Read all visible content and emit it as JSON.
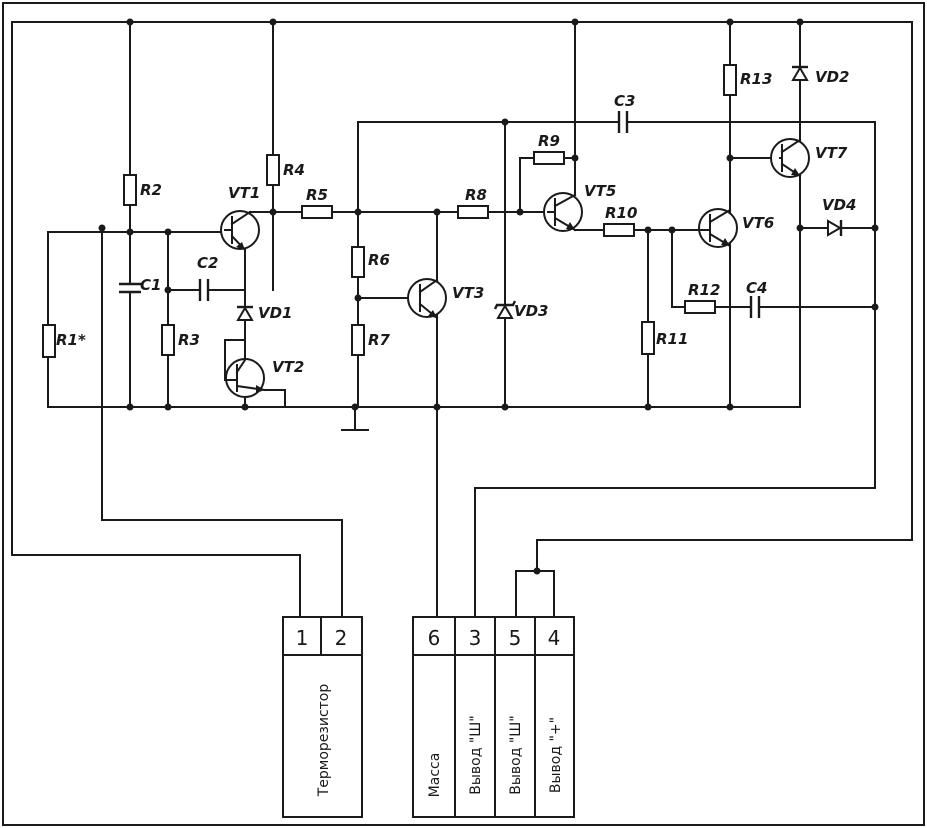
{
  "components": {
    "R1": "R1*",
    "R2": "R2",
    "R3": "R3",
    "R4": "R4",
    "R5": "R5",
    "R6": "R6",
    "R7": "R7",
    "R8": "R8",
    "R9": "R9",
    "R10": "R10",
    "R11": "R11",
    "R12": "R12",
    "R13": "R13",
    "C1": "C1",
    "C2": "C2",
    "C3": "C3",
    "C4": "C4",
    "VT1": "VT1",
    "VT2": "VT2",
    "VT3": "VT3",
    "VT5": "VT5",
    "VT6": "VT6",
    "VT7": "VT7",
    "VD1": "VD1",
    "VD2": "VD2",
    "VD3": "VD3",
    "VD4": "VD4"
  },
  "connectors": {
    "left": {
      "pins": [
        "1",
        "2"
      ],
      "label": "Терморезистор"
    },
    "right": {
      "pins": [
        "6",
        "3",
        "5",
        "4"
      ],
      "labels": [
        "Масса",
        "Вывод \"Ш\"",
        "Вывод \"Ш\"",
        "Вывод \"+\""
      ]
    }
  }
}
